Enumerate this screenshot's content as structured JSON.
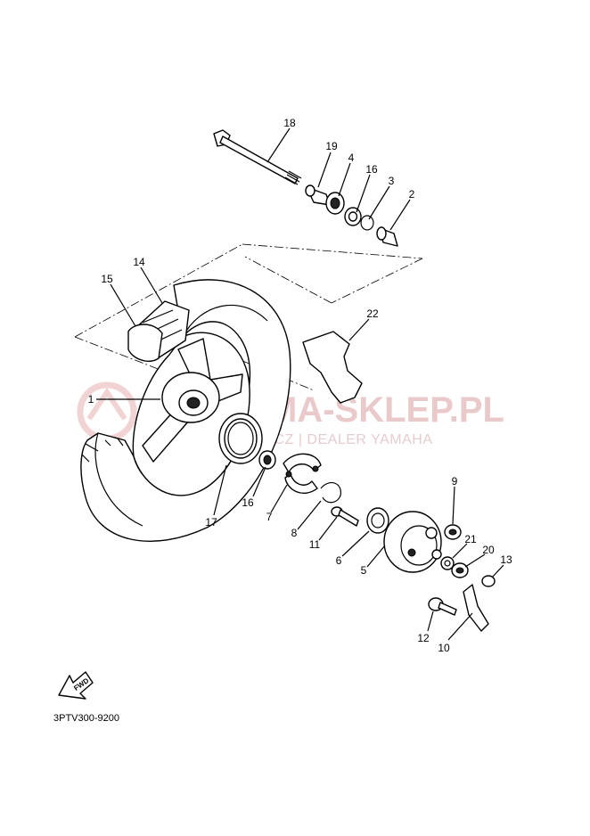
{
  "diagram_code": "3PTV300-9200",
  "watermark": {
    "main": "MA-SKLEP.PL",
    "sub": "HOWICZ | DEALER YAMAHA",
    "color": "#e9c9c9"
  },
  "fwd_label": "FWD",
  "callouts": [
    {
      "id": "c18",
      "label": "18"
    },
    {
      "id": "c19",
      "label": "19"
    },
    {
      "id": "c4",
      "label": "4"
    },
    {
      "id": "c16a",
      "label": "16"
    },
    {
      "id": "c3",
      "label": "3"
    },
    {
      "id": "c2",
      "label": "2"
    },
    {
      "id": "c14",
      "label": "14"
    },
    {
      "id": "c15",
      "label": "15"
    },
    {
      "id": "c22",
      "label": "22"
    },
    {
      "id": "c1",
      "label": "1"
    },
    {
      "id": "c16b",
      "label": "16"
    },
    {
      "id": "c17",
      "label": "17"
    },
    {
      "id": "c7",
      "label": "7"
    },
    {
      "id": "c8",
      "label": "8"
    },
    {
      "id": "c11",
      "label": "11"
    },
    {
      "id": "c6",
      "label": "6"
    },
    {
      "id": "c5",
      "label": "5"
    },
    {
      "id": "c9",
      "label": "9"
    },
    {
      "id": "c21",
      "label": "21"
    },
    {
      "id": "c20",
      "label": "20"
    },
    {
      "id": "c13",
      "label": "13"
    },
    {
      "id": "c12",
      "label": "12"
    },
    {
      "id": "c10",
      "label": "10"
    }
  ]
}
